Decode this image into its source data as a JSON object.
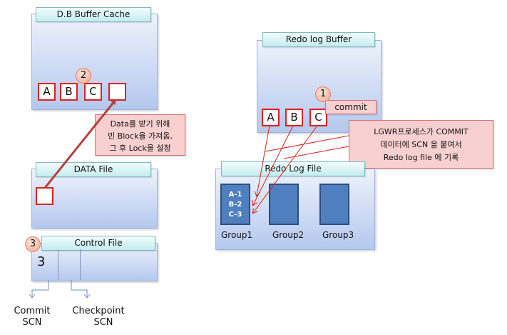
{
  "buffer_cache": {
    "title": "D.B Buffer Cache",
    "blocks": [
      "A",
      "B",
      "C",
      ""
    ],
    "step": "2"
  },
  "data_callout": {
    "line1": "Data를 받기 위해",
    "line2": "빈 Block을 가져옴,",
    "line3": "그 후 Lock을 설정"
  },
  "data_file": {
    "title": "DATA File"
  },
  "control_file": {
    "title": "Control File",
    "step": "3",
    "value": "3"
  },
  "scn_labels": {
    "commit_line1": "Commit",
    "commit_line2": "SCN",
    "checkpoint_line1": "Checkpoint",
    "checkpoint_line2": "SCN"
  },
  "redo_buffer": {
    "title": "Redo log Buffer",
    "blocks": [
      "A",
      "B",
      "C"
    ],
    "step": "1",
    "commit_label": "commit"
  },
  "lgwr_callout": {
    "line1": "LGWR프로세스가  COMMIT",
    "line2": "데이터에 SCN 을 붙여서",
    "line3": "Redo log file 에 기록"
  },
  "redo_log_file": {
    "title": "Redo Log File",
    "entries": [
      "A-1",
      "B-2",
      "C-3"
    ],
    "groups": [
      "Group1",
      "Group2",
      "Group3"
    ]
  },
  "colors": {
    "accent_red": "#e02020",
    "panel_blue": "#b4c8ee",
    "group_box": "#4f7fbe"
  }
}
